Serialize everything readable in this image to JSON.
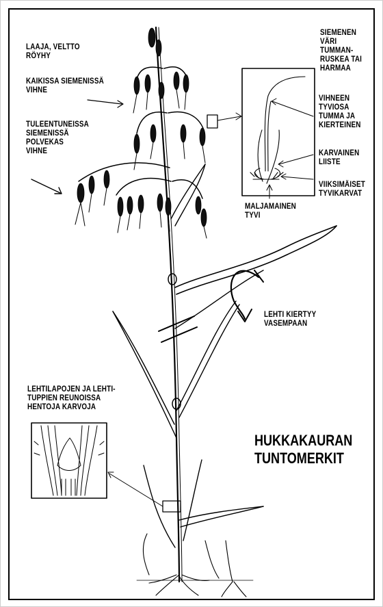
{
  "labels": {
    "panicle": "LAAJA, VELTTO\nRÖYHY",
    "awn_all": "KAIKISSA SIEMENISSÄ\nVIHNE",
    "awn_mature": "TULEENTUNEISSA\nSIEMENISSÄ\nPOLVEKAS\nVIHNE",
    "seed_color": "SIEMENEN\nVÄRI\nTUMMAN-\nRUSKEA TAI\nHARMAA",
    "awn_base": "VIHNEEN\nTYVIOSA\nTUMMA JA\nKIERTEINEN",
    "lemma": "KARVAINEN\nLIISTE",
    "base_hairs": "VIIKSIMÄISET\nTYVIKARVAT",
    "cup_base": "MALJAMAINEN\nTYVI",
    "leaf_twist": "LEHTI KIERTYY\nVASEMPAAN",
    "leaf_hairs": "LEHTILAPOJEN JA LEHTI-\nTUPPIEN REUNOISSA\nHENTOJA KARVOJA"
  },
  "title": "HUKKAKAURAN\nTUNTOMERKIT"
}
